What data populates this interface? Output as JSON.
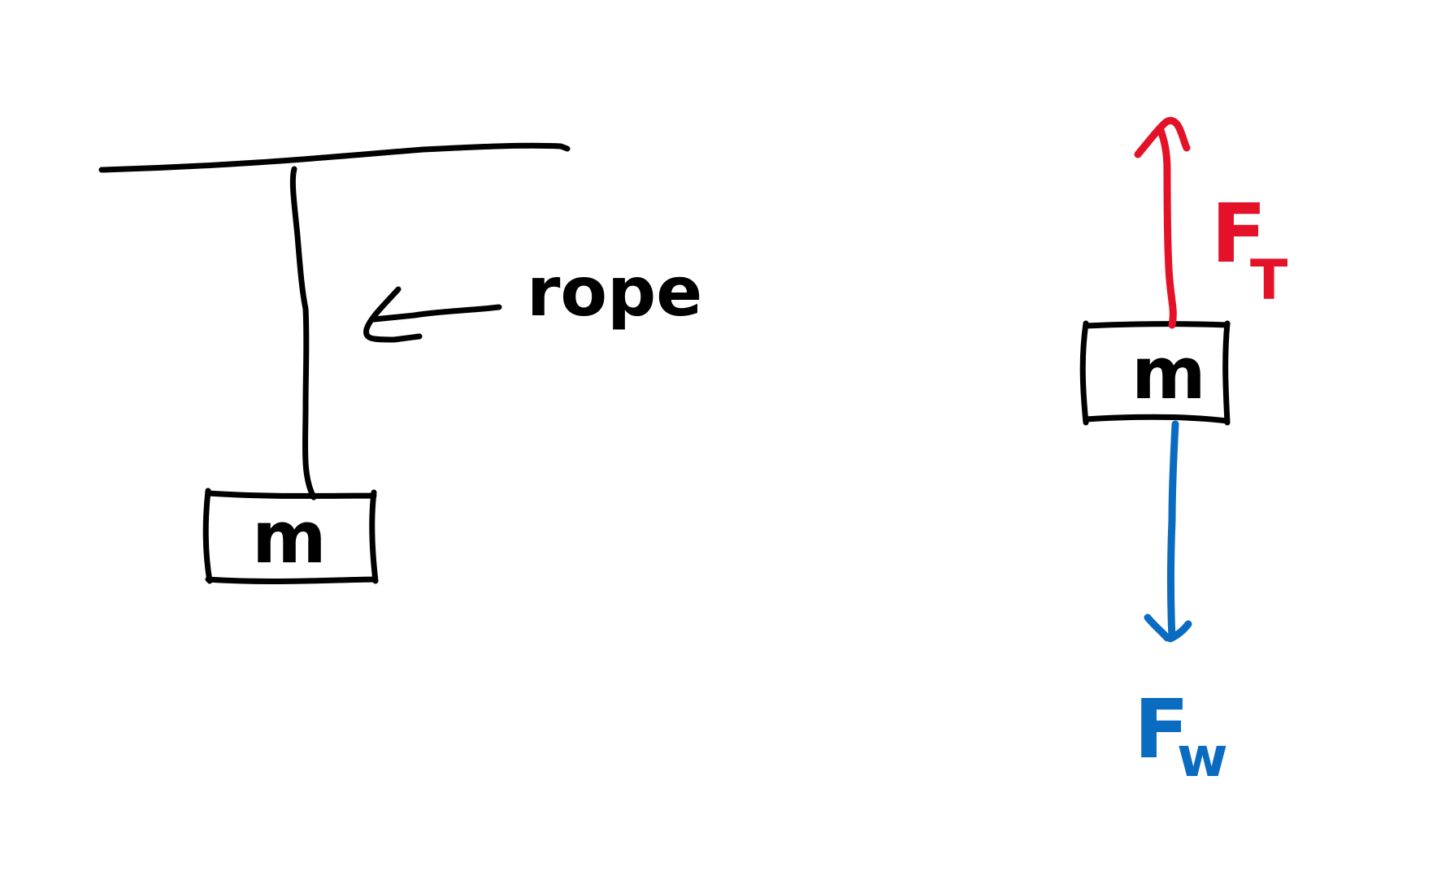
{
  "colors": {
    "ink": "#000000",
    "tension": "#e41228",
    "weight": "#0a6cc1",
    "background": "#ffffff"
  },
  "left_figure": {
    "rope_label": "rope",
    "mass_label": "m"
  },
  "free_body_diagram": {
    "mass_label": "m",
    "tension_label": "F",
    "tension_subscript": "T",
    "weight_label": "F",
    "weight_subscript": "w"
  }
}
